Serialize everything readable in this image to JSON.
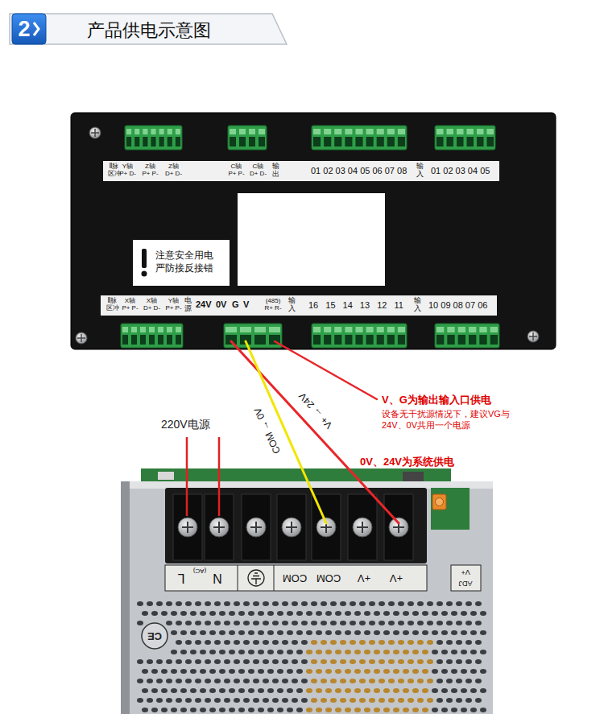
{
  "diagram": {
    "title": "产品供电示意图",
    "nodes": [
      {
        "text": [
          "Ⅱ脉 区冲",
          "Y轴 P+ D-",
          "Z轴 P+ P-",
          "Z轴 D+ D-",
          "C轴 P+ P-",
          "C轴 D+ D-",
          "输出",
          "01 02 03 04 05 06 07 08",
          "输入",
          "01 02 03 04 05"
        ]
      },
      {
        "text": [
          "注意安全用电 严防接反接错"
        ]
      },
      {
        "text": [
          "Ⅱ脉 区冲",
          "X轴 P+ P-",
          "X轴 D+ D-",
          "Y轴 P+ P-",
          "电源",
          "24V",
          "0V",
          "G",
          "V",
          "(485) R+ R-",
          "输入",
          "16 15 14 13 12 11",
          "输入",
          "10 09 08 07 06"
        ]
      },
      {
        "text": [
          "L",
          "(AC)",
          "N",
          "COM",
          "COM",
          "+V",
          "+V",
          "V+",
          "ADJ"
        ]
      }
    ],
    "labels": [
      "2",
      "220V电源",
      "V+ → 24V",
      "COM → 0V",
      "V、G为输出输入口供电",
      "设备无干扰源情况下，建议VG与 24V、0V共用一个电源",
      "0V、24V为系统供电",
      "CE"
    ]
  }
}
